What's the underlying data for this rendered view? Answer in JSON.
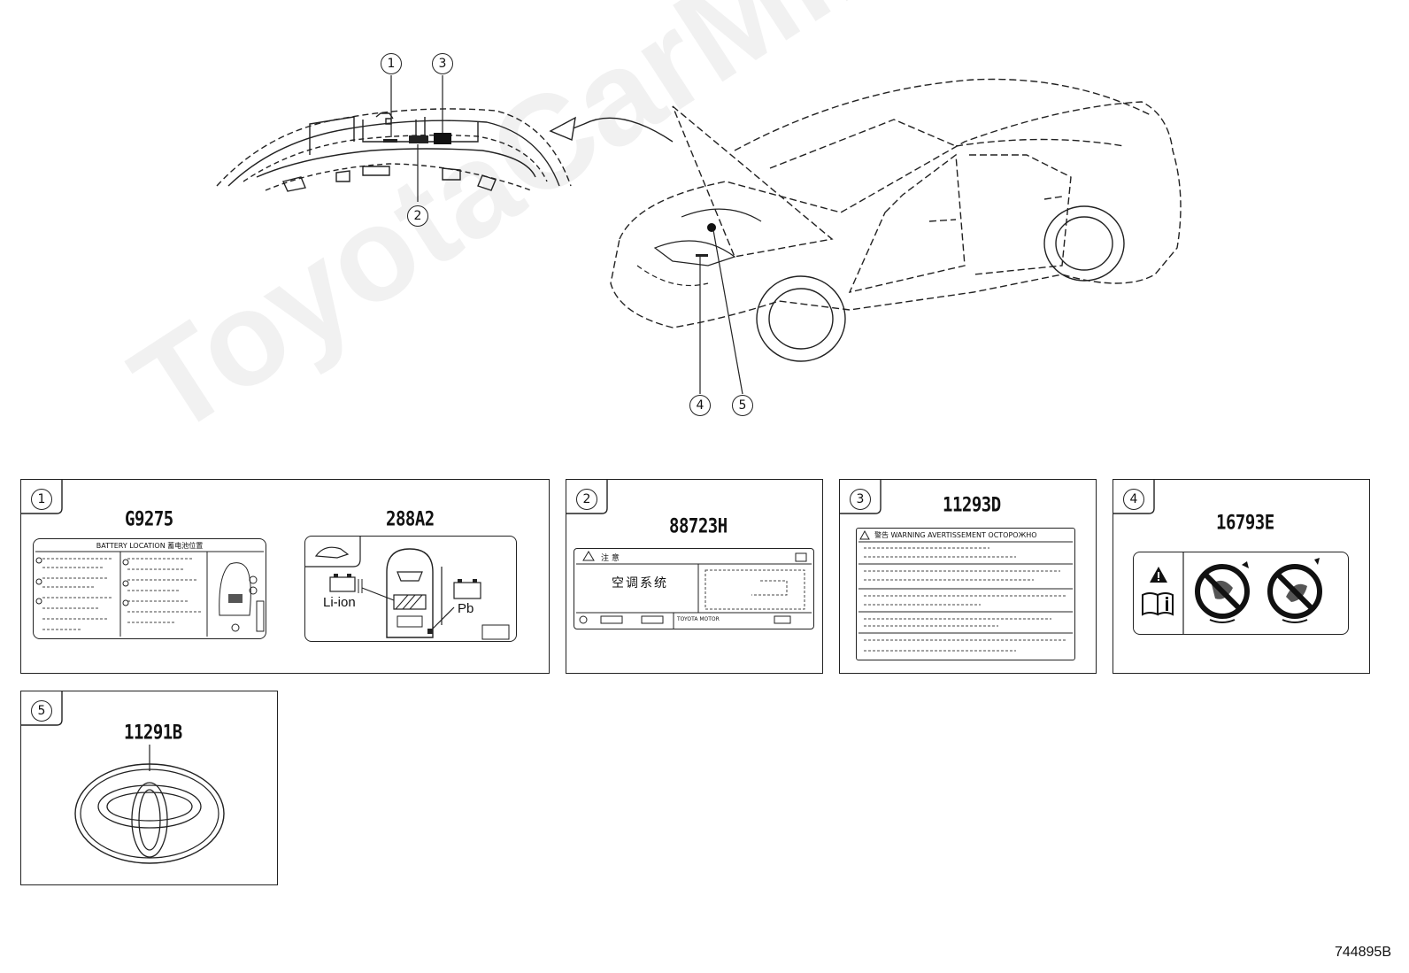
{
  "watermark": "ToyotaCarMiner.ru",
  "diagram_code": "744895B",
  "callouts": [
    "1",
    "2",
    "3",
    "4",
    "5"
  ],
  "panels": [
    {
      "number": "1",
      "parts": [
        "G9275",
        "288A2"
      ]
    },
    {
      "number": "2",
      "parts": [
        "88723H"
      ]
    },
    {
      "number": "3",
      "parts": [
        "11293D"
      ]
    },
    {
      "number": "4",
      "parts": [
        "16793E"
      ]
    },
    {
      "number": "5",
      "parts": [
        "11291B"
      ]
    }
  ],
  "label_texts": {
    "battery_location": "BATTERY LOCATION 蓄电池位置",
    "li_ion": "Li-ion",
    "pb": "Pb",
    "caution_cn": "注 意",
    "ac_system_cn": "空调系统",
    "toyota_motor": "TOYOTA MOTOR",
    "warning_header": "警告 WARNING AVERTISSEMENT ОСТОРОЖНО"
  }
}
